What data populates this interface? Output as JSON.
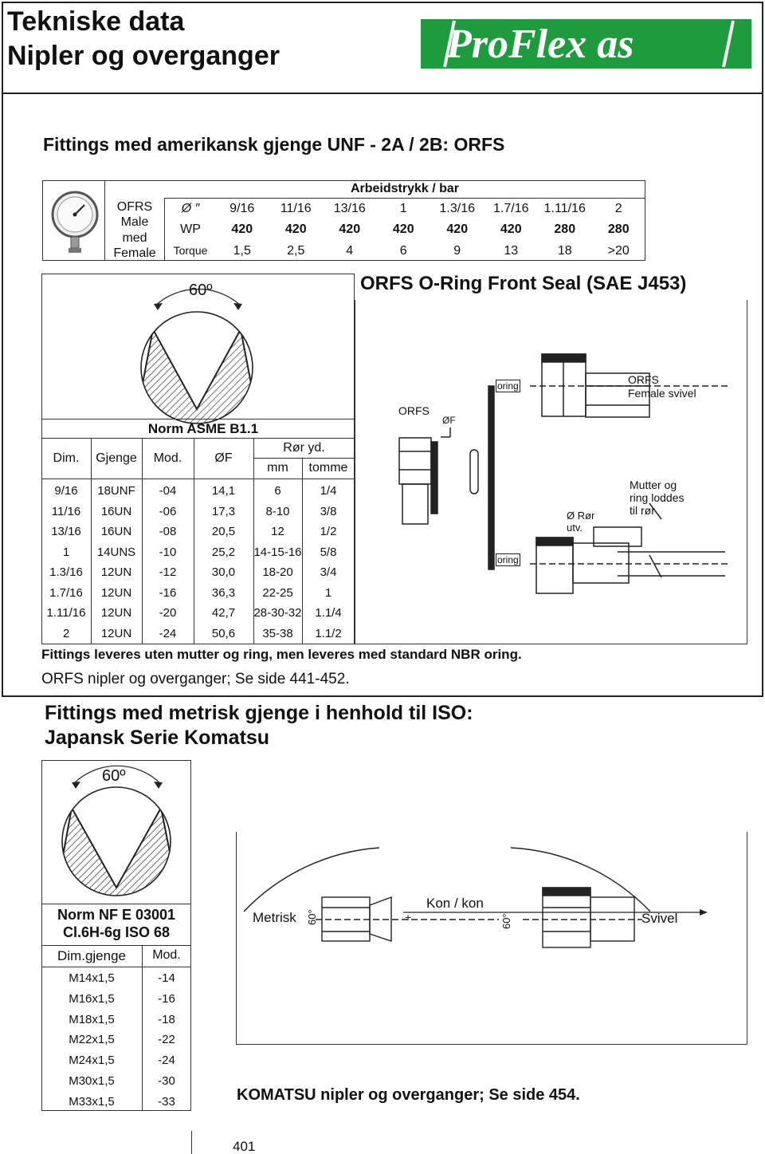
{
  "header": {
    "title_line1": "Tekniske data",
    "title_line2": "Nipler og overganger",
    "logo_text": "ProFlex as",
    "brand_color": "#1e9b3c"
  },
  "section1": {
    "heading": "Fittings med amerikansk gjenge UNF - 2A / 2B: ORFS",
    "pressure": {
      "caption": "Arbeidstrykk / bar",
      "type_label": [
        "OFRS",
        "Male",
        "med",
        "Female"
      ],
      "row_labels": [
        "Ø ″",
        "WP",
        "Torque"
      ],
      "sizes": [
        "9/16",
        "11/16",
        "13/16",
        "1",
        "1.3/16",
        "1.7/16",
        "1.11/16",
        "2"
      ],
      "wp": [
        "420",
        "420",
        "420",
        "420",
        "420",
        "420",
        "280",
        "280"
      ],
      "torque": [
        "1,5",
        "2,5",
        "4",
        "6",
        "9",
        "13",
        "18",
        ">20"
      ]
    },
    "diagram_title": "ORFS O-Ring Front Seal (SAE J453)",
    "angle_label": "60º",
    "norm": "Norm ASME B1.1",
    "dims": {
      "headers": [
        "Dim.",
        "Gjenge",
        "Mod.",
        "ØF",
        "Rør yd.",
        "mm",
        "tomme"
      ],
      "rows": [
        [
          "9/16",
          "18UNF",
          "-04",
          "14,1",
          "6",
          "1/4"
        ],
        [
          "11/16",
          "16UN",
          "-06",
          "17,3",
          "8-10",
          "3/8"
        ],
        [
          "13/16",
          "16UN",
          "-08",
          "20,5",
          "12",
          "1/2"
        ],
        [
          "1",
          "14UNS",
          "-10",
          "25,2",
          "14-15-16",
          "5/8"
        ],
        [
          "1.3/16",
          "12UN",
          "-12",
          "30,0",
          "18-20",
          "3/4"
        ],
        [
          "1.7/16",
          "12UN",
          "-16",
          "36,3",
          "22-25",
          "1"
        ],
        [
          "1.11/16",
          "12UN",
          "-20",
          "42,7",
          "28-30-32",
          "1.1/4"
        ],
        [
          "2",
          "12UN",
          "-24",
          "50,6",
          "35-38",
          "1.1/2"
        ]
      ]
    },
    "drawing_labels": {
      "orfs": "ORFS",
      "of": "ØF",
      "oring_top": "oring",
      "oring_bottom": "oring",
      "female_l1": "ORFS",
      "female_l2": "Female svivel",
      "mutter_l1": "Mutter og",
      "mutter_l2": "ring loddes",
      "mutter_l3": "til rør",
      "ror_l1": "Ø Rør",
      "ror_l2": "utv."
    },
    "note1": "Fittings leveres uten mutter og ring, men leveres med standard NBR oring.",
    "note2": "ORFS nipler og overganger; Se side 441-452."
  },
  "section2": {
    "heading_l1": "Fittings med metrisk gjenge i henhold til ISO:",
    "heading_l2": "Japansk Serie Komatsu",
    "angle_label": "60º",
    "norm_l1": "Norm NF E 03001",
    "norm_l2": "Cl.6H-6g ISO 68",
    "table": {
      "headers": [
        "Dim.gjenge",
        "Mod."
      ],
      "rows": [
        [
          "M14x1,5",
          "-14"
        ],
        [
          "M16x1,5",
          "-16"
        ],
        [
          "M18x1,5",
          "-18"
        ],
        [
          "M22x1,5",
          "-22"
        ],
        [
          "M24x1,5",
          "-24"
        ],
        [
          "M30x1,5",
          "-30"
        ],
        [
          "M33x1,5",
          "-33"
        ]
      ]
    },
    "drawing_labels": {
      "metrisk": "Metrisk",
      "angle_a": "60°",
      "kon": "Kon / kon",
      "angle_b": "60°",
      "svivel": "Svivel"
    },
    "note": "KOMATSU nipler og overganger; Se side 454."
  },
  "footer": {
    "page_number": "401"
  }
}
